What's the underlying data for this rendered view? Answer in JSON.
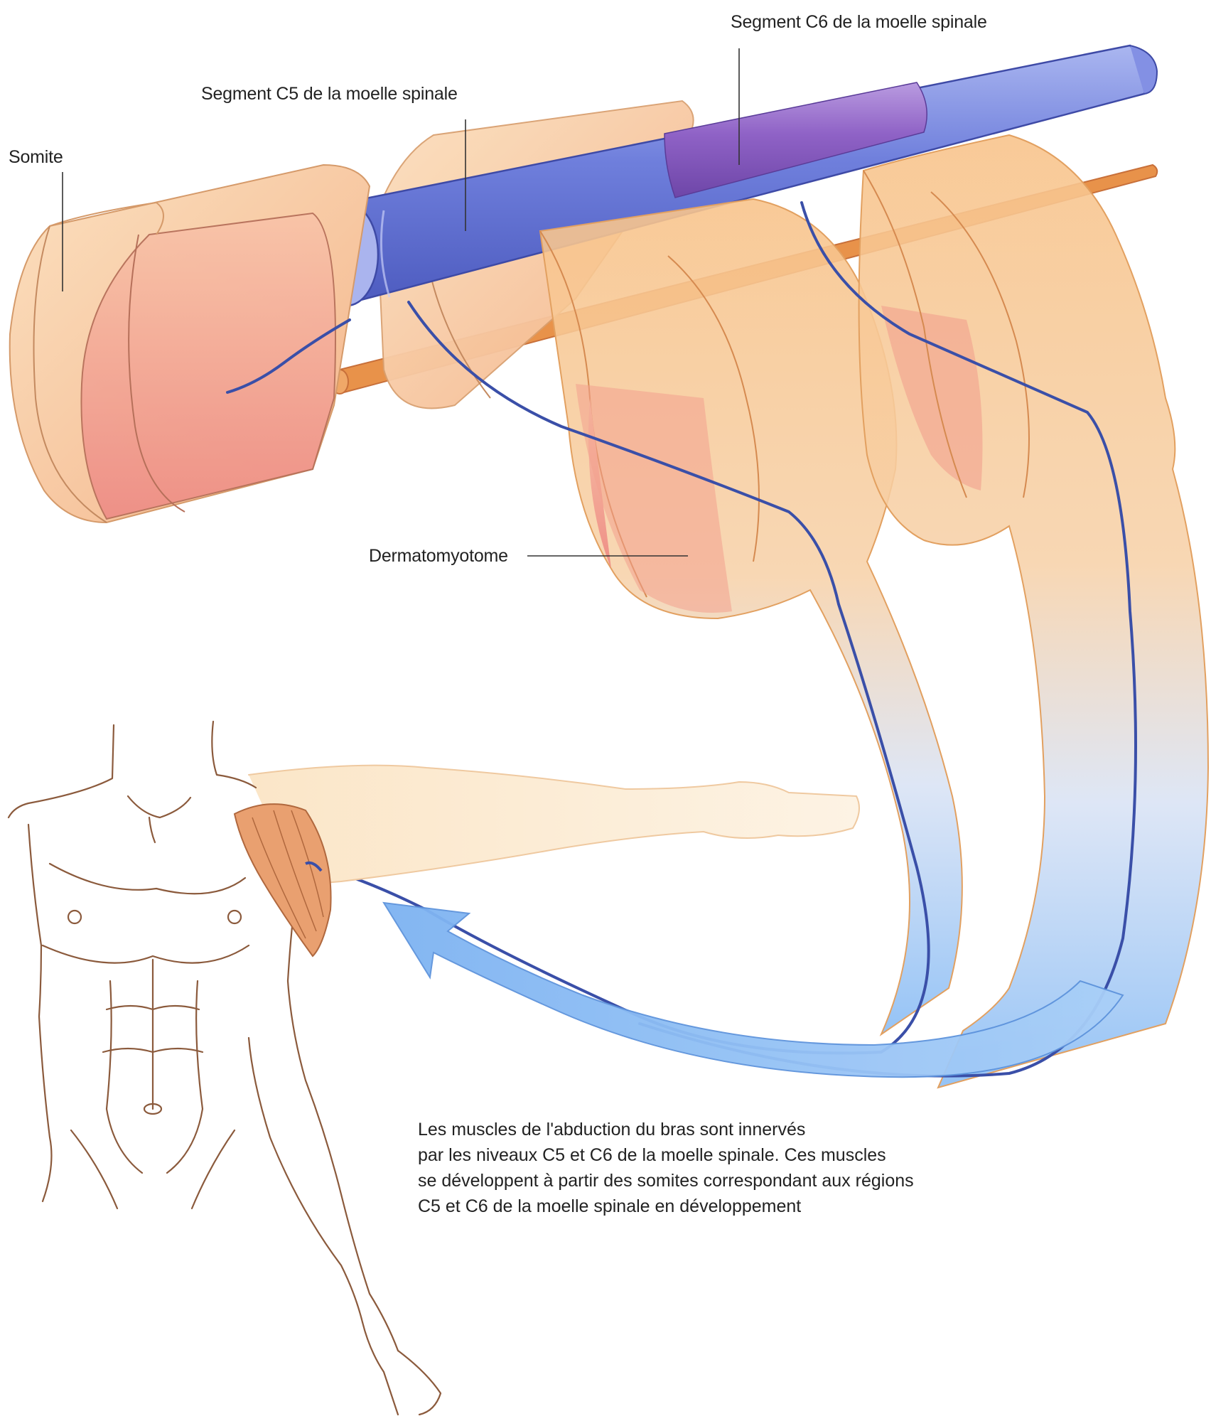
{
  "labels": {
    "somite": "Somite",
    "segment_c5": "Segment C5 de la moelle spinale",
    "segment_c6": "Segment C6 de la moelle spinale",
    "dermatomyotome": "Dermatomyotome"
  },
  "caption": {
    "lines": [
      "Les muscles de l'abduction du bras sont innervés",
      "par les niveaux C5 et C6 de la moelle spinale. Ces muscles",
      "se développent à partir des somites correspondant aux régions",
      "C5 et C6 de la moelle spinale en développement"
    ]
  },
  "colors": {
    "somite_fill": "#f7c99a",
    "somite_inner": "#f2a49a",
    "spinal_cord_c5": "#6f7fdc",
    "spinal_cord_c6": "#8f62c6",
    "notochord": "#e8924a",
    "nerve": "#3a4fa8",
    "arrow_blue": "#8fc0f5",
    "body_outline": "#8b5a3c",
    "deltoid": "#e9a070"
  }
}
